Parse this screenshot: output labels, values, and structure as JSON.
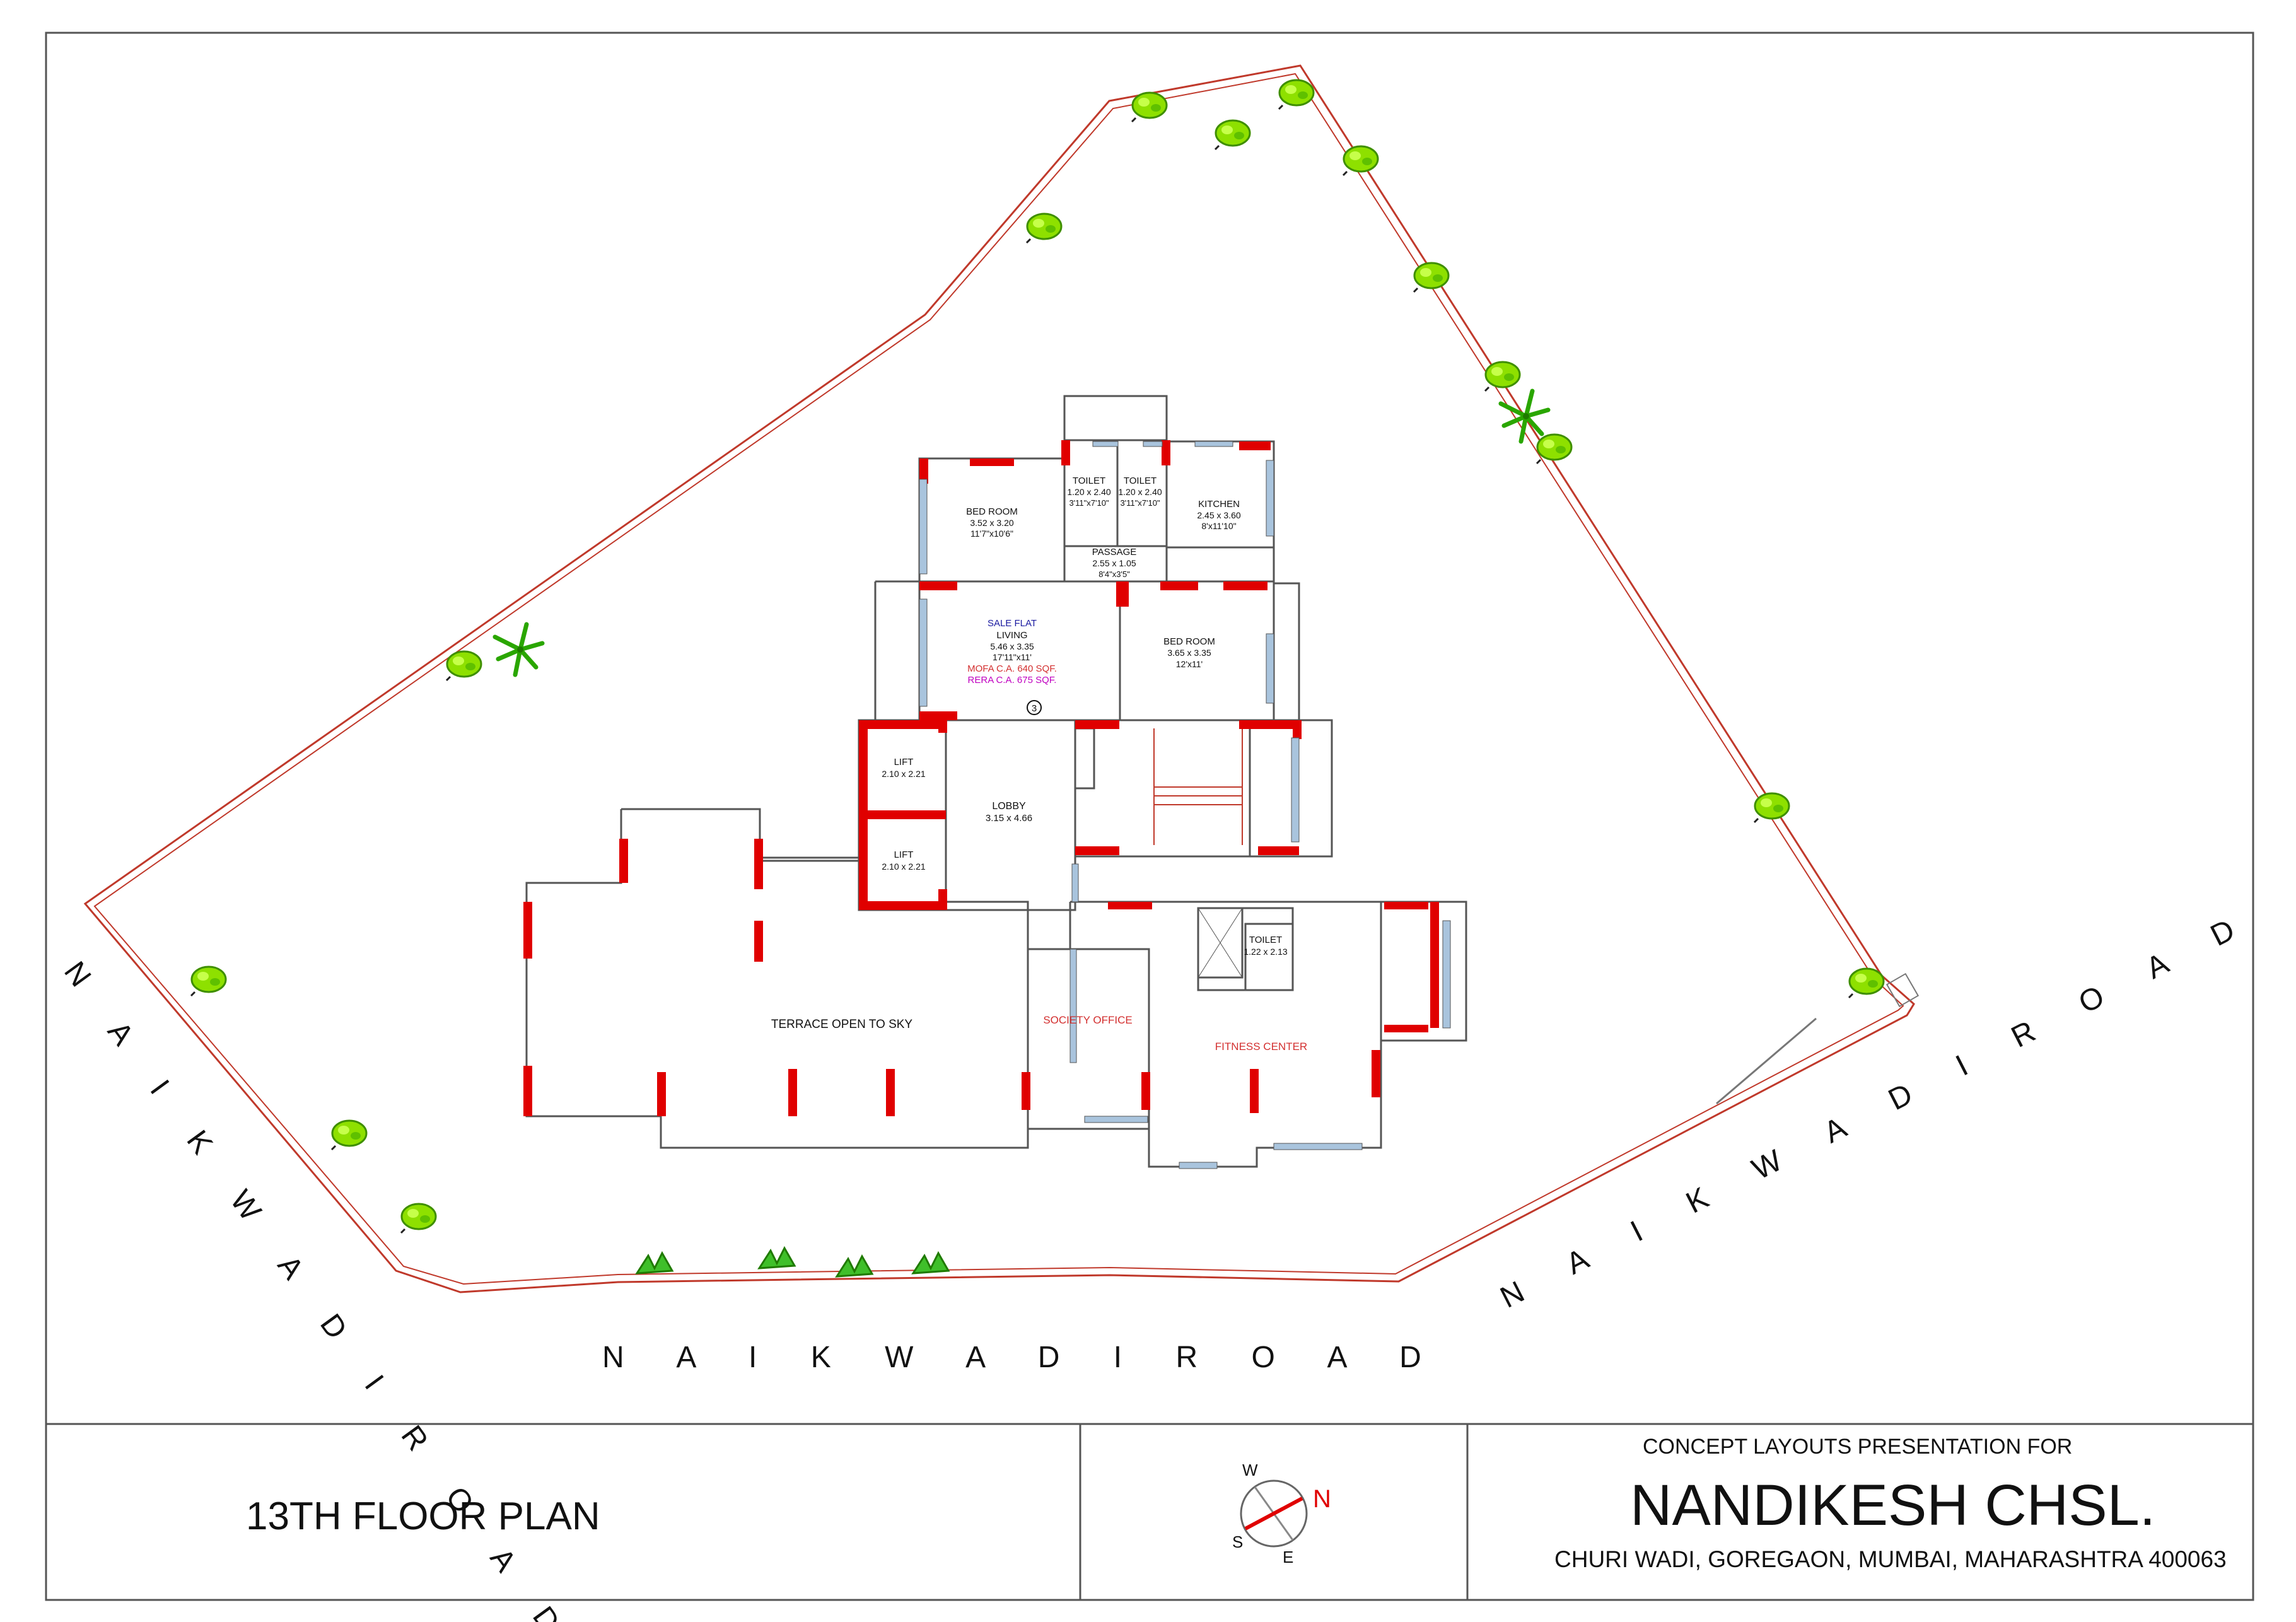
{
  "plan": {
    "rooms": {
      "bedroom1": {
        "name": "BED ROOM",
        "size": "3.52 x 3.20",
        "imperial": "11'7\"x10'6\""
      },
      "toilet1": {
        "name": "TOILET",
        "size": "1.20 x 2.40",
        "imperial": "3'11\"x7'10\""
      },
      "toilet2": {
        "name": "TOILET",
        "size": "1.20 x 2.40",
        "imperial": "3'11\"x7'10\""
      },
      "kitchen": {
        "name": "KITCHEN",
        "size": "2.45 x 3.60",
        "imperial": "8'x11'10\""
      },
      "passage": {
        "name": "PASSAGE",
        "size": "2.55 x 1.05",
        "imperial": "8'4\"x3'5\""
      },
      "living": {
        "flat": "SALE FLAT",
        "name": "LIVING",
        "size": "5.46 x 3.35",
        "imperial": "17'11\"x11'",
        "mofa": "MOFA C.A. 640 SQF.",
        "rera": "RERA C.A. 675 SQF."
      },
      "bedroom2": {
        "name": "BED ROOM",
        "size": "3.65 x 3.35",
        "imperial": "12'x11'"
      },
      "flat_no": "3",
      "lift1": {
        "name": "LIFT",
        "size": "2.10 x 2.21"
      },
      "lift2": {
        "name": "LIFT",
        "size": "2.10 x 2.21"
      },
      "lobby": {
        "name": "LOBBY",
        "size": "3.15 x 4.66"
      },
      "toilet3": {
        "name": "TOILET",
        "size": "1.22 x 2.13"
      },
      "terrace": "TERRACE OPEN TO SKY",
      "society_office": "SOCIETY OFFICE",
      "fitness_center": "FITNESS CENTER"
    },
    "roads": {
      "left": "N A I K   W A D I   R O A D",
      "bottom": "N A I K   W A D I   R O A D",
      "right": "N A I K   W A D I   R O A D"
    },
    "colors": {
      "wall": "#e00000",
      "boundary": "#c0392b",
      "window": "#a9c4dd",
      "tree": "#7fe000",
      "accent_text": "#d32f2f",
      "rera": "#c000c0",
      "flat_blue": "#1a1aa0"
    }
  },
  "title_block": {
    "plan_title": "13TH FLOOR PLAN",
    "compass": {
      "n": "N",
      "e": "E",
      "s": "S",
      "w": "W"
    },
    "presentation_line": "CONCEPT LAYOUTS PRESENTATION FOR",
    "project_name": "NANDIKESH CHSL.",
    "address": "CHURI WADI, GOREGAON, MUMBAI, MAHARASHTRA 400063"
  }
}
